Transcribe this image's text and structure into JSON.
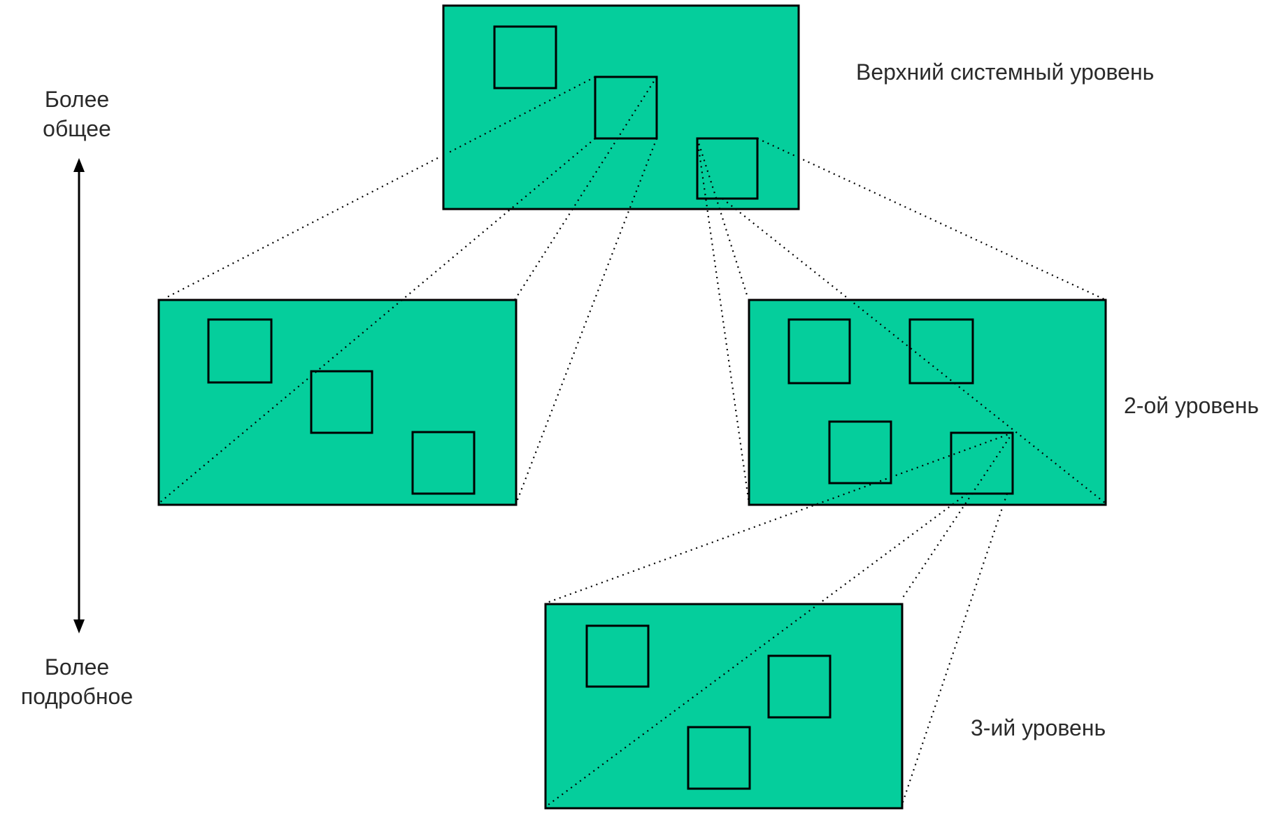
{
  "diagram": {
    "levels": {
      "top": "Верхний системный уровень",
      "second": "2-ой уровень",
      "third": "3-ий уровень"
    },
    "axis": {
      "top_line1": "Более",
      "top_line2": "общее",
      "bottom_line1": "Более",
      "bottom_line2": "подробное"
    },
    "colors": {
      "level_fill": "#05CE9C",
      "outline": "#000000",
      "text": "#2a2a2a"
    }
  }
}
